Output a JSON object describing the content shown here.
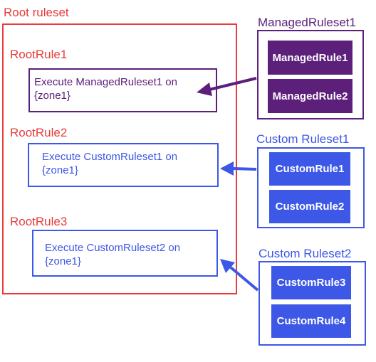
{
  "root": {
    "title": "Root ruleset",
    "rules": [
      {
        "label": "RootRule1",
        "action_line1": "Execute ManagedRuleset1 on",
        "action_line2": "{zone1}"
      },
      {
        "label": "RootRule2",
        "action_line1": "Execute CustomRuleset1 on",
        "action_line2": "{zone1}"
      },
      {
        "label": "RootRule3",
        "action_line1": "Execute CustomRuleset2 on",
        "action_line2": "{zone1}"
      }
    ]
  },
  "rulesets": [
    {
      "title": "ManagedRuleset1",
      "rules": [
        "ManagedRule1",
        "ManagedRule2"
      ]
    },
    {
      "title": "Custom Ruleset1",
      "rules": [
        "CustomRule1",
        "CustomRule2"
      ]
    },
    {
      "title": "Custom Ruleset2",
      "rules": [
        "CustomRule3",
        "CustomRule4"
      ]
    }
  ],
  "colors": {
    "root": "#e83c3c",
    "managed": "#5c1f7a",
    "custom": "#3d57e6"
  }
}
